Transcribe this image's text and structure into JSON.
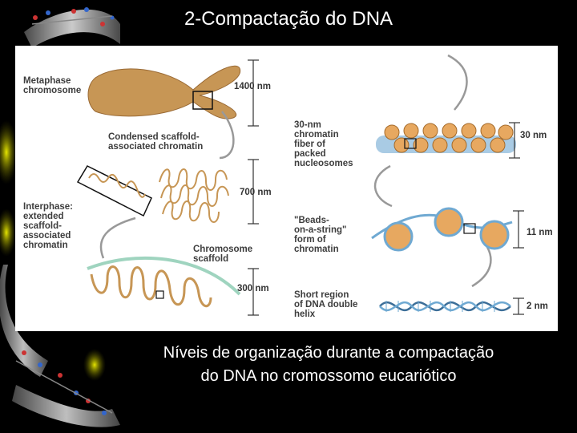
{
  "slide": {
    "title": "2-Compactação do DNA",
    "caption_line1": "Níveis de organização durante a compactação",
    "caption_line2": "do DNA no  cromossomo eucariótico"
  },
  "figure": {
    "labels": {
      "metaphase": [
        "Metaphase",
        "chromosome"
      ],
      "condensed": [
        "Condensed scaffold-",
        "associated chromatin"
      ],
      "interphase": [
        "Interphase:",
        "extended",
        "scaffold-",
        "associated",
        "chromatin"
      ],
      "scaffold": [
        "Chromosome",
        "scaffold"
      ],
      "fiber30": [
        "30-nm",
        "chromatin",
        "fiber of",
        "packed",
        "nucleosomes"
      ],
      "beads": [
        "\"Beads-",
        "on-a-string\"",
        "form of",
        "chromatin"
      ],
      "dna": [
        "Short region",
        "of DNA double",
        "helix"
      ]
    },
    "scales": {
      "s1400": "1400 nm",
      "s700": "700 nm",
      "s300": "300 nm",
      "s30": "30 nm",
      "s11": "11 nm",
      "s2": "2 nm"
    },
    "colors": {
      "chromatin": "#c79655",
      "bead": "#e7a860",
      "dna_strand": "#6fa9d2",
      "scaffold": "#9fd4bf",
      "arrow": "#999999"
    }
  }
}
